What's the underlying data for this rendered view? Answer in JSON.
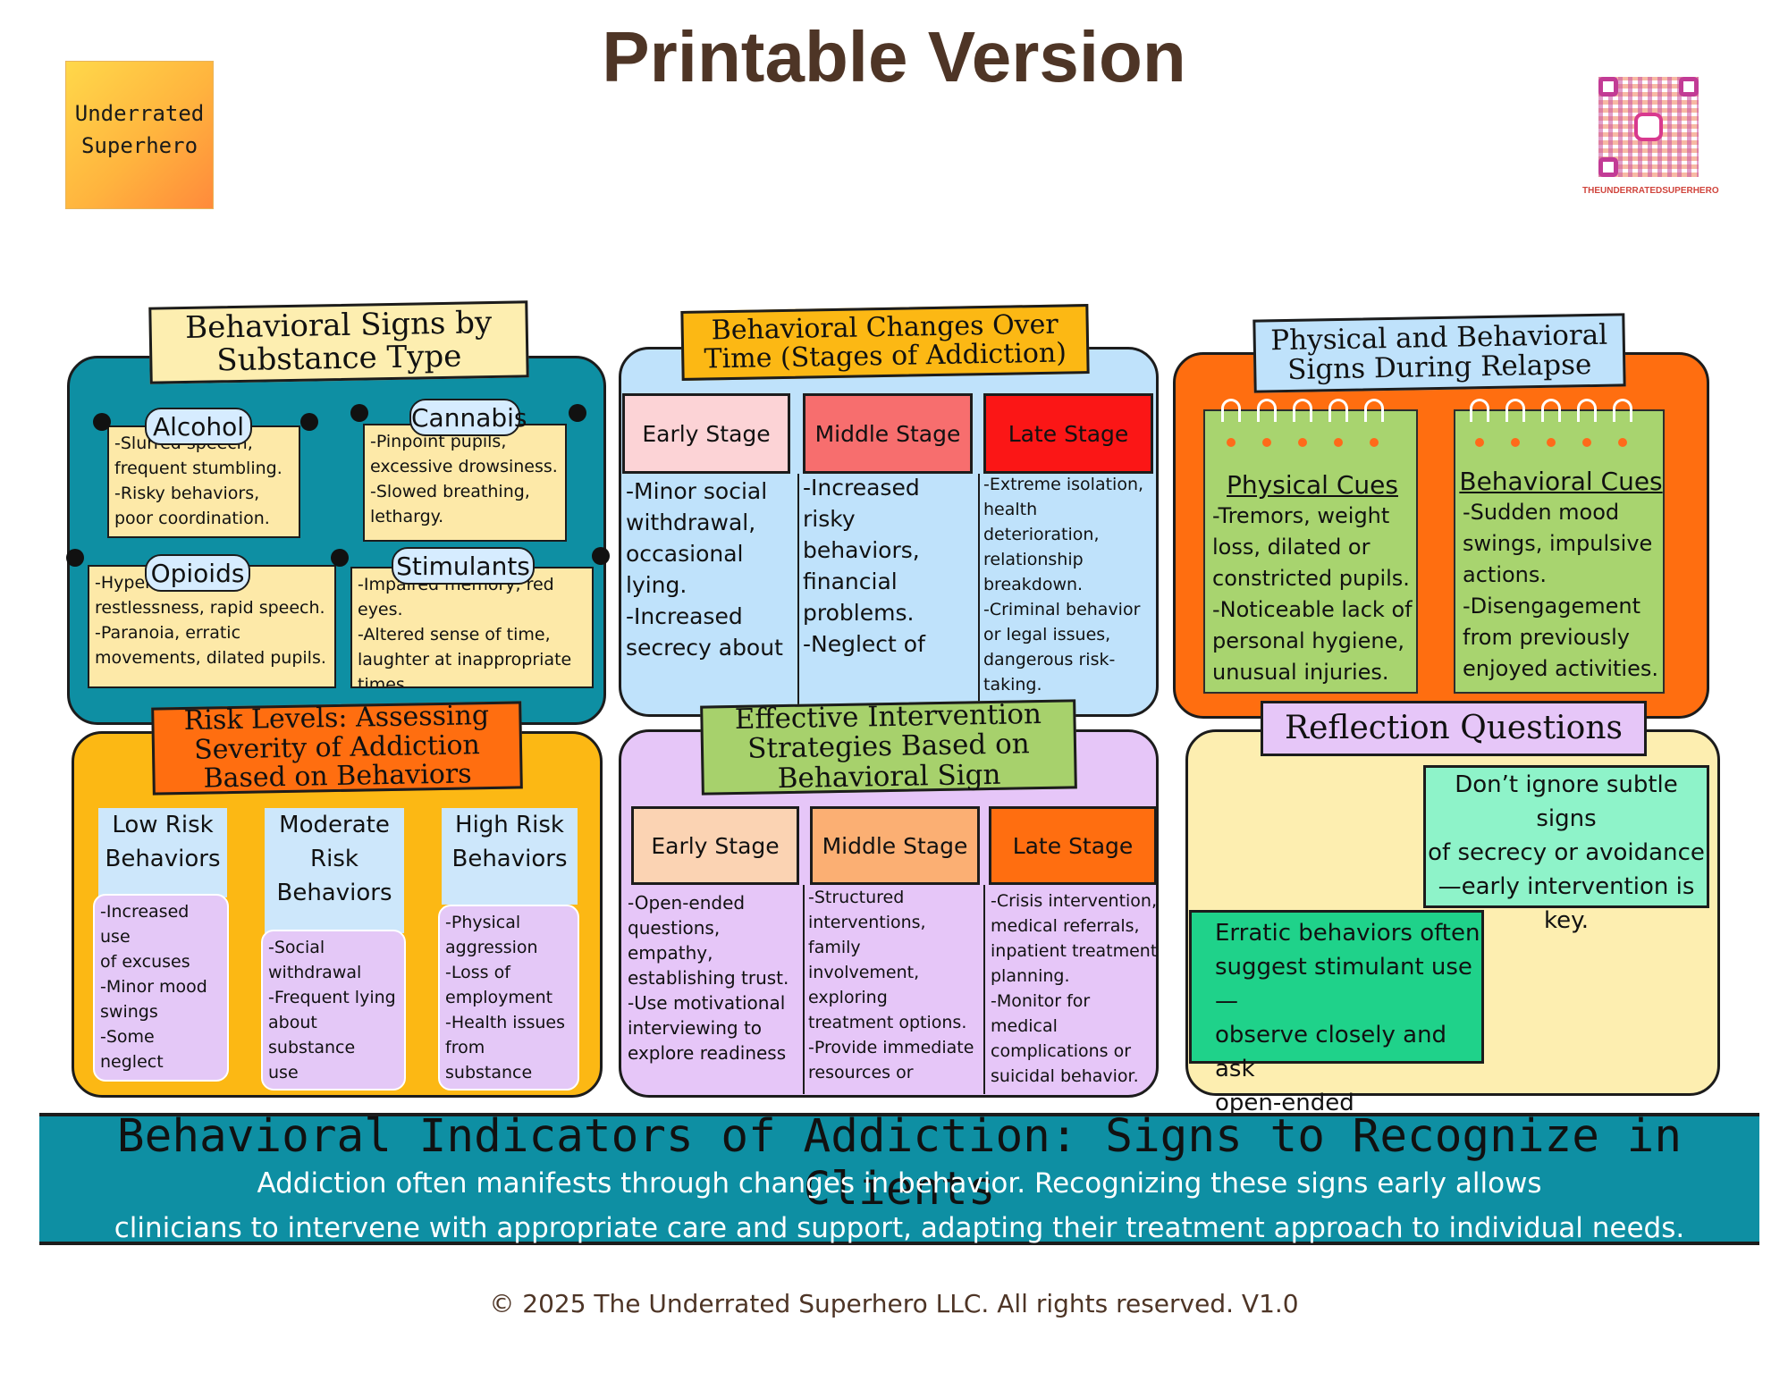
{
  "page_title": "Printable Version",
  "logo": {
    "line1": "Underrated",
    "line2": "Superhero"
  },
  "qr": {
    "caption": "THEUNDERRATEDSUPERHERO"
  },
  "substance": {
    "header": "Behavioral Signs by\nSubstance Type",
    "alcohol": {
      "label": "Alcohol",
      "text": "-Slurred speech,\nfrequent stumbling.\n-Risky behaviors,\npoor coordination."
    },
    "cannabis": {
      "label": "Cannabis",
      "text": "-Pinpoint pupils,\nexcessive drowsiness.\n-Slowed breathing,\nlethargy."
    },
    "opioids": {
      "label": "Opioids",
      "text": "-Hyperactivity,\nrestlessness, rapid speech.\n-Paranoia, erratic\nmovements, dilated pupils."
    },
    "stimulants": {
      "label": "Stimulants",
      "text": "-Impaired memory, red eyes.\n-Altered sense of time,\nlaughter at inappropriate\ntimes."
    }
  },
  "stages": {
    "header": "Behavioral Changes Over\nTime (Stages of Addiction)",
    "early": {
      "label": "Early Stage",
      "text": "-Minor social\nwithdrawal,\noccasional lying.\n-Increased\nsecrecy about\nactivities."
    },
    "middle": {
      "label": "Middle Stage",
      "text": "-Increased\nrisky behaviors,\nfinancial\nproblems.\n-Neglect of\nresponsibilities."
    },
    "late": {
      "label": "Late Stage",
      "text": "-Extreme isolation,\nhealth\ndeterioration,\nrelationship\nbreakdown.\n-Criminal behavior\nor legal issues,\ndangerous risk-\ntaking."
    }
  },
  "relapse": {
    "header": "Physical and Behavioral\nSigns During Relapse",
    "physical": {
      "title": "Physical Cues",
      "text": "-Tremors, weight\nloss, dilated or\nconstricted pupils.\n-Noticeable lack of\npersonal hygiene,\nunusual injuries."
    },
    "behavioral": {
      "title": "Behavioral Cues",
      "text": "-Sudden mood\nswings, impulsive\nactions.\n-Disengagement\nfrom previously\nenjoyed activities."
    }
  },
  "risk": {
    "header": "Risk Levels: Assessing\nSeverity of Addiction\nBased on Behaviors",
    "low": {
      "label": "Low Risk\nBehaviors",
      "text": "-Increased use\nof excuses\n-Minor mood\nswings\n-Some neglect\nof\nresponsibilities"
    },
    "moderate": {
      "label": "Moderate\nRisk\nBehaviors",
      "text": "-Social\nwithdrawal\n-Frequent lying\nabout substance\nuse\n-Risky behaviors"
    },
    "high": {
      "label": "High Risk\nBehaviors",
      "text": "-Physical\naggression\n-Loss of\nemployment\n-Health issues\nfrom substance\nuse"
    }
  },
  "intervention": {
    "header": "Effective Intervention\nStrategies Based on\nBehavioral Sign",
    "early": {
      "label": "Early Stage",
      "text": "-Open-ended\nquestions, empathy,\nestablishing trust.\n-Use motivational\ninterviewing to\nexplore readiness\nfor change."
    },
    "middle": {
      "label": "Middle Stage",
      "text": "-Structured\ninterventions, family\ninvolvement, exploring\ntreatment options.\n-Provide immediate\nresources or\nreferrals for\ntreatment programs."
    },
    "late": {
      "label": "Late Stage",
      "text": "-Crisis intervention,\nmedical referrals,\ninpatient treatment\nplanning.\n-Monitor for\nmedical\ncomplications or\nsuicidal behavior."
    }
  },
  "reflection": {
    "header": "Reflection Questions",
    "q1": "Don’t ignore subtle signs\nof secrecy or avoidance\n—early intervention is\nkey.",
    "q2": "Erratic behaviors often\nsuggest stimulant use—\nobserve closely and ask\nopen-ended questions."
  },
  "banner": {
    "title": "Behavioral Indicators of Addiction: Signs to Recognize in Clients",
    "line1": "Addiction often manifests through changes in behavior. Recognizing these signs early allows",
    "line2": "clinicians to intervene with appropriate care and support, adapting their treatment approach to individual needs."
  },
  "footer": "© 2025 The Underrated Superhero LLC. All rights reserved. V1.0",
  "colors": {
    "teal": "#0e8fa3",
    "lightblue": "#bfe2fb",
    "orange": "#ff6e10",
    "gold": "#fcb814",
    "lavender": "#e6c6f8",
    "cream": "#fdeeb0",
    "green": "#a7d16c",
    "title_brown": "#4e3526"
  }
}
